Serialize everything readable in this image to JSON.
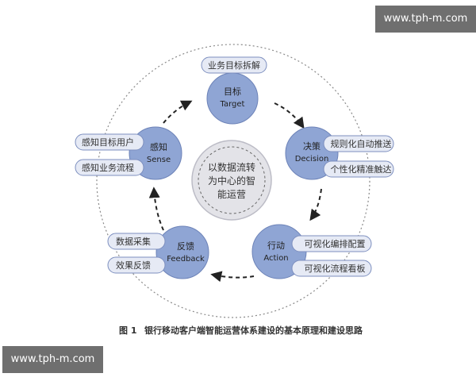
{
  "watermark": {
    "text": "www.tph-m.com"
  },
  "center": {
    "line1": "以数据流转",
    "line2": "为中心的智",
    "line3": "能运营"
  },
  "nodes": {
    "target": {
      "cn": "目标",
      "en": "Target",
      "tags": [
        "业务目标拆解"
      ]
    },
    "decision": {
      "cn": "决策",
      "en": "Decision",
      "tags": [
        "规则化自动推送",
        "个性化精准触达"
      ]
    },
    "action": {
      "cn": "行动",
      "en": "Action",
      "tags": [
        "可视化编排配置",
        "可视化流程看板"
      ]
    },
    "feedback": {
      "cn": "反馈",
      "en": "Feedback",
      "tags": [
        "数据采集",
        "效果反馈"
      ]
    },
    "sense": {
      "cn": "感知",
      "en": "Sense",
      "tags": [
        "感知目标用户",
        "感知业务流程"
      ]
    }
  },
  "caption": {
    "label": "图 1",
    "text": "银行移动客户端智能运营体系建设的基本原理和建设思路"
  },
  "colors": {
    "node_fill": "#8fa5d4",
    "node_stroke": "#6d83b8",
    "tag_fill": "#e6eaf5",
    "tag_stroke": "#7d8fbf",
    "tag_left_fill": "#ffffff",
    "center_fill": "#e3e3e8",
    "ring": "#777777",
    "text": "#333333"
  }
}
